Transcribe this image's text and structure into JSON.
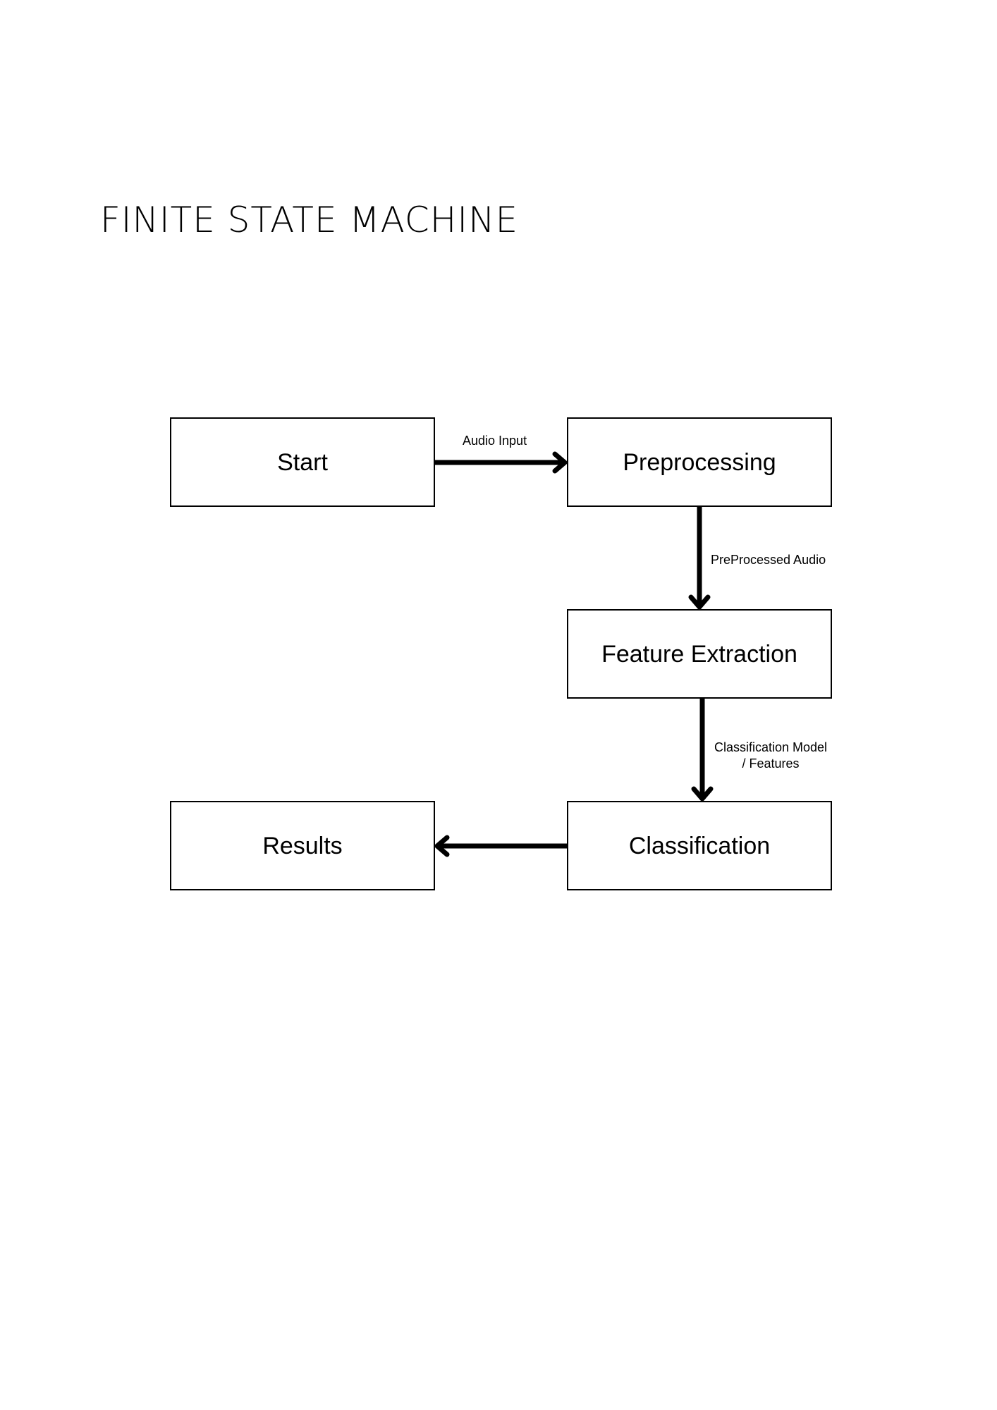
{
  "title": "FINITE STATE MACHINE",
  "colors": {
    "background": "#ffffff",
    "box_border": "#000000",
    "text": "#000000",
    "arrow": "#000000"
  },
  "states": {
    "start": "Start",
    "preprocessing": "Preprocessing",
    "feature_extraction": "Feature Extraction",
    "classification": "Classification",
    "results": "Results"
  },
  "transitions": {
    "start_to_preprocessing": "Audio Input",
    "preprocessing_to_feature_extraction": "PreProcessed Audio",
    "feature_extraction_to_classification": {
      "line1": "Classification Model",
      "line2": "/ Features"
    },
    "classification_to_results": ""
  }
}
